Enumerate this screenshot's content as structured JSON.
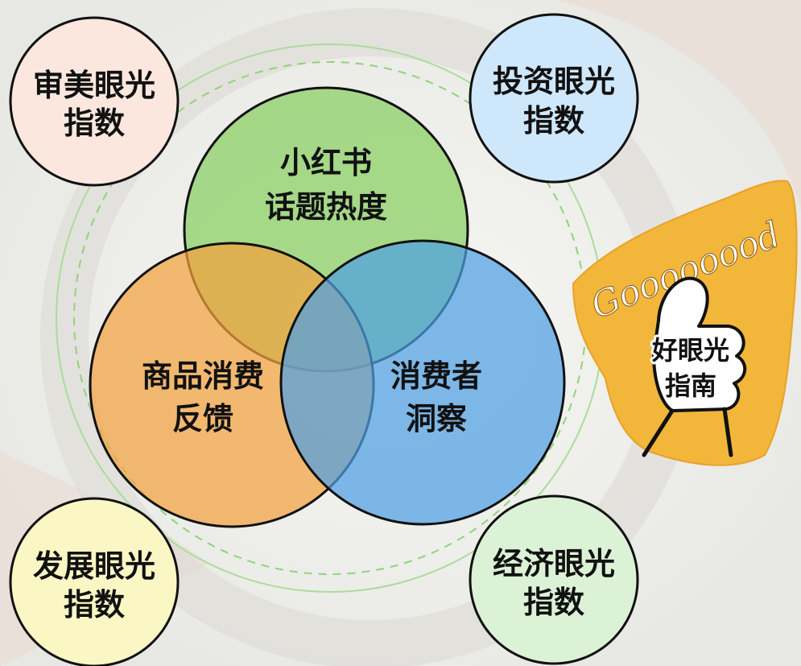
{
  "corners": {
    "top_left": {
      "line1": "审美眼光",
      "line2": "指数",
      "fill": "#fbe7de"
    },
    "top_right": {
      "line1": "投资眼光",
      "line2": "指数",
      "fill": "#cfe7fb"
    },
    "bottom_left": {
      "line1": "发展眼光",
      "line2": "指数",
      "fill": "#fbf7c4"
    },
    "bottom_right": {
      "line1": "经济眼光",
      "line2": "指数",
      "fill": "#dcf2d6"
    }
  },
  "venn": {
    "top": {
      "line1": "小红书",
      "line2": "话题热度",
      "fill": "#8fd16a"
    },
    "left": {
      "line1": "商品消费",
      "line2": "反馈",
      "fill": "#f3a23e"
    },
    "right": {
      "line1": "消费者",
      "line2": "洞察",
      "fill": "#4f9fe3"
    }
  },
  "badge": {
    "script_text": "Goooooood",
    "line1": "好眼光",
    "line2": "指南",
    "fill": "#f2b63a"
  },
  "colors": {
    "background": "#efefec",
    "dashed_ring": "#8fd47a",
    "outline": "#111111"
  }
}
